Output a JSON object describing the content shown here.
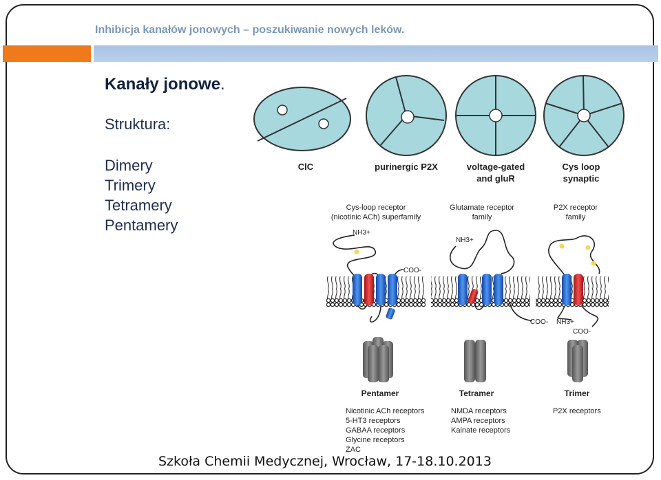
{
  "slide": {
    "title": "Inhibicja kanałów jonowych – poszukiwanie nowych leków.",
    "heading": "Kanały jonowe",
    "heading_dot": ".",
    "subheading": "Struktura:",
    "list": [
      "Dimery",
      "Trimery",
      "Tetramery",
      "Pentamery"
    ],
    "footer": "Szkoła Chemii Medycznej, Wrocław, 17-18.10.2013"
  },
  "colors": {
    "orange": "#ee7a1b",
    "blue_bar": "#b0c9e8",
    "channel_fill": "#a6d8de",
    "helix_blue": "#2a6fd0",
    "helix_red": "#d62b2b",
    "subunit_gray": "#7d7d7d"
  },
  "figure": {
    "top_labels": [
      "ClC",
      "purinergic P2X",
      "voltage-gated\nand gluR",
      "Cys loop\nsynaptic"
    ],
    "families": [
      {
        "name": "Cys-loop receptor\n(nicotinic ACh) superfamily",
        "nterm": "NH3+",
        "cterm": "COO-"
      },
      {
        "name": "Glutamate receptor\nfamily",
        "nterm": "NH3+",
        "cterm": "COO-"
      },
      {
        "name": "P2X receptor\nfamily",
        "nterm": "NH3+",
        "cterm": "COO-"
      }
    ],
    "assemblies": [
      {
        "label": "Pentamer",
        "receptors": [
          "Nicotinic ACh receptors",
          "5-HT3 receptors",
          "GABAA receptors",
          "Glycine receptors",
          "ZAC"
        ]
      },
      {
        "label": "Tetramer",
        "receptors": [
          "NMDA receptors",
          "AMPA receptors",
          "Kainate receptors"
        ]
      },
      {
        "label": "Trimer",
        "receptors": [
          "P2X receptors"
        ]
      }
    ]
  }
}
